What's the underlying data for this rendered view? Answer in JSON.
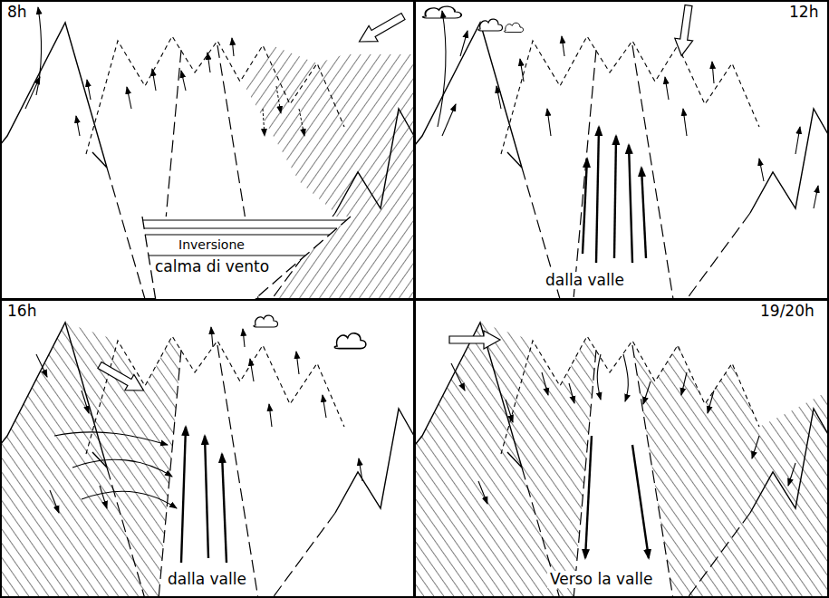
{
  "diagram": {
    "nodes": [
      {
        "text": [
          "8h"
        ]
      },
      {
        "text": [
          "Inversione",
          "calma di vento"
        ],
        "in": 0
      },
      {
        "text": [
          "12h",
          "dalla valle"
        ]
      },
      {
        "text": [
          "16h",
          "dalla valle"
        ]
      },
      {
        "text": [
          "19/20h",
          "Verso la valle"
        ]
      }
    ]
  }
}
